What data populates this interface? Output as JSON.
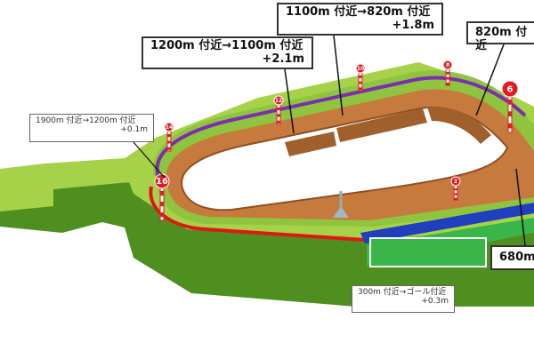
{
  "diagram": {
    "callouts": [
      {
        "id": "c1",
        "line1": "1200m 付近→1100m 付近",
        "line2": "+2.1m"
      },
      {
        "id": "c2",
        "line1": "1100m 付近→820m 付近",
        "line2": "+1.8m"
      },
      {
        "id": "c3",
        "line1": "820m 付近",
        "line2": ""
      },
      {
        "id": "c4",
        "line1": "680m",
        "line2": ""
      },
      {
        "id": "c5",
        "line1": "1900m 付近→1200m 付近",
        "line2": "+0.1m"
      },
      {
        "id": "c6",
        "line1": "300m 付近→ゴール付近",
        "line2": "+0.3m"
      }
    ],
    "furlong_posts": [
      {
        "label": "6"
      },
      {
        "label": "8"
      },
      {
        "label": "10"
      },
      {
        "label": "12"
      },
      {
        "label": "14"
      },
      {
        "label": "16"
      },
      {
        "label": "2"
      }
    ],
    "colors": {
      "grass_light": "#a6d24a",
      "grass_dark": "#4f8f1f",
      "dirt": "#c77a3d",
      "dirt_dark": "#8f4f22",
      "purple_line": "#7b2fb0",
      "red_line": "#e01616",
      "blue_rail": "#1f3fbf",
      "green_rail": "#39b54a",
      "post_red": "#e31b23"
    }
  }
}
